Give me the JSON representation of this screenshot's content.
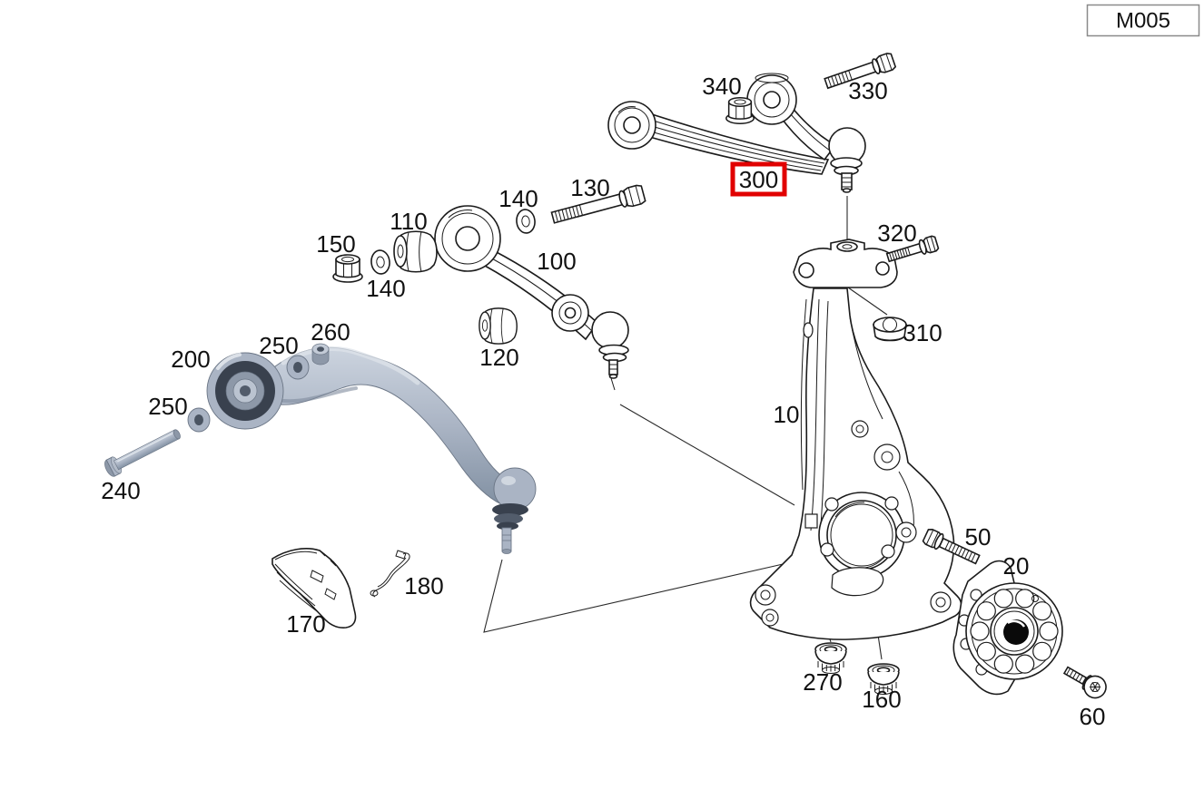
{
  "diagram": {
    "ref_code": "M005",
    "highlight": {
      "text": "300",
      "box_color": "#e10000"
    },
    "colors": {
      "background": "#ffffff",
      "line_art": "#1b1b1b",
      "highlight_red": "#e10000",
      "ref_box_border": "#8a8a8a",
      "metal_light": "#ccd4df",
      "metal_mid": "#aab4c4",
      "metal_dark": "#6a7585",
      "rubber_dark": "#39414e"
    },
    "part_labels": [
      {
        "text": "340"
      },
      {
        "text": "330"
      },
      {
        "text": "130"
      },
      {
        "text": "140"
      },
      {
        "text": "110"
      },
      {
        "text": "150"
      },
      {
        "text": "100"
      },
      {
        "text": "140"
      },
      {
        "text": "320"
      },
      {
        "text": "310"
      },
      {
        "text": "120"
      },
      {
        "text": "10"
      },
      {
        "text": "260"
      },
      {
        "text": "250"
      },
      {
        "text": "200"
      },
      {
        "text": "250"
      },
      {
        "text": "240"
      },
      {
        "text": "170"
      },
      {
        "text": "180"
      },
      {
        "text": "50"
      },
      {
        "text": "20"
      },
      {
        "text": "270"
      },
      {
        "text": "160"
      },
      {
        "text": "60"
      }
    ],
    "drawings": [
      "upper-control-arm",
      "lower-front-control-arm",
      "lower-rear-control-arm",
      "steering-knuckle",
      "wheel-hub",
      "bushing",
      "washer",
      "flange-nut",
      "lock-nut",
      "bolt",
      "screw",
      "cover-shield",
      "wiring-clip"
    ]
  }
}
